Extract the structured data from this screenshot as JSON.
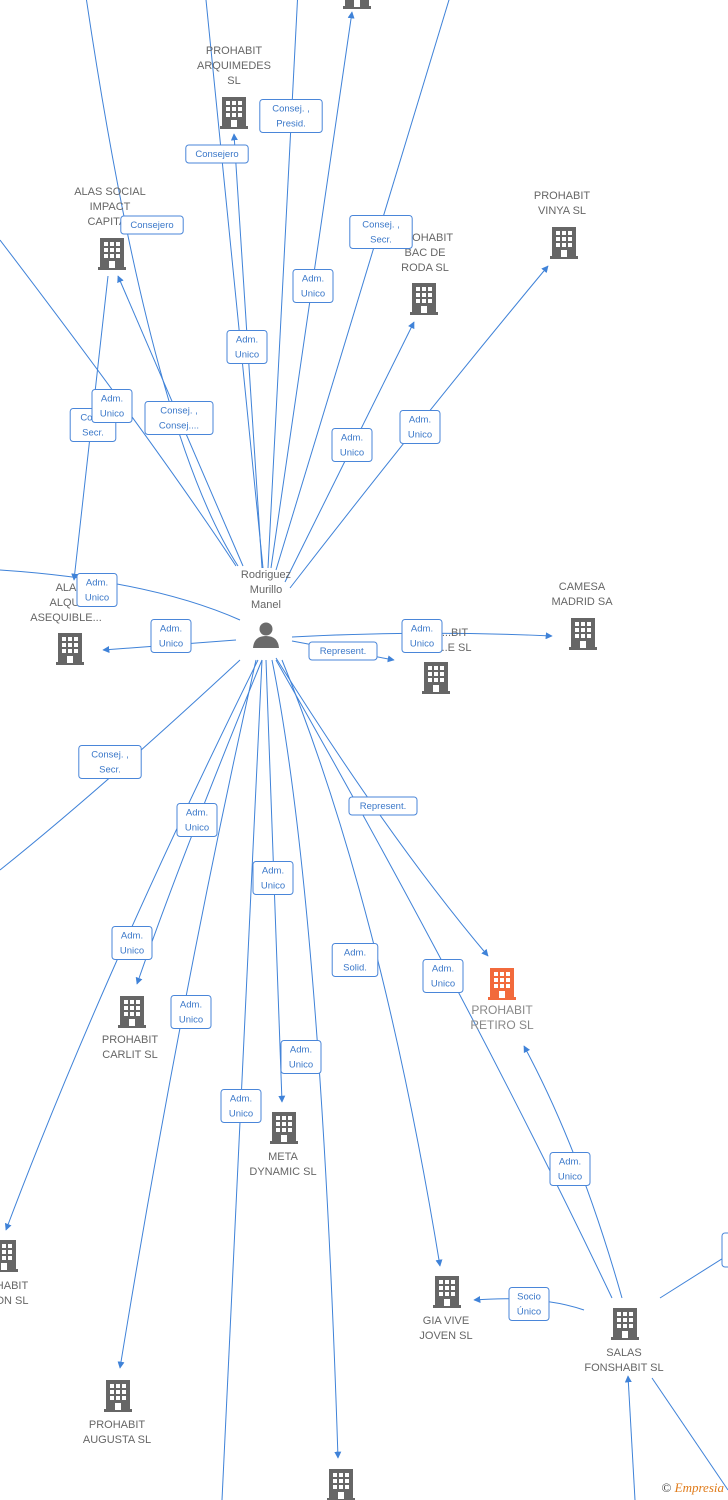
{
  "person": {
    "label": [
      "Rodriguez",
      "Murillo",
      "Manel"
    ]
  },
  "companies": [
    {
      "id": "top",
      "label": []
    },
    {
      "id": "arquimedes",
      "label": [
        "PROHABIT",
        "ARQUIMEDES",
        "SL"
      ]
    },
    {
      "id": "alas_social",
      "label": [
        "ALAS SOCIAL",
        "IMPACT",
        "CAPITAL"
      ]
    },
    {
      "id": "vinya",
      "label": [
        "PROHABIT",
        "VINYA  SL"
      ]
    },
    {
      "id": "bac_de_roda",
      "label": [
        "PROHABIT",
        "BAC DE",
        "RODA  SL"
      ]
    },
    {
      "id": "alas_alquiler",
      "label": [
        "ALA",
        "ALQUI",
        "ASEQUIBLE..."
      ]
    },
    {
      "id": "camesa",
      "label": [
        "CAMESA",
        "MADRID SA"
      ]
    },
    {
      "id": "mid_company",
      "label": [
        "...BIT",
        "...E  SL"
      ]
    },
    {
      "id": "retiro",
      "label": [
        "PROHABIT",
        "RETIRO  SL"
      ],
      "focus": true
    },
    {
      "id": "carlit",
      "label": [
        "PROHABIT",
        "CARLIT  SL"
      ]
    },
    {
      "id": "meta_dynamic",
      "label": [
        "META",
        "DYNAMIC SL"
      ]
    },
    {
      "id": "gia_vive",
      "label": [
        "GIA VIVE",
        "JOVEN  SL"
      ]
    },
    {
      "id": "salas_fonshabit",
      "label": [
        "SALAS",
        "FONSHABIT  SL"
      ]
    },
    {
      "id": "left_bottom",
      "label": [
        "HABIT",
        "ON  SL"
      ]
    },
    {
      "id": "augusta",
      "label": [
        "PROHABIT",
        "AUGUSTA  SL"
      ]
    },
    {
      "id": "bottom",
      "label": []
    }
  ],
  "edge_labels": [
    [
      "Consej. ,",
      "Presid."
    ],
    [
      "Consejero"
    ],
    [
      "Consejero"
    ],
    [
      "Consej. ,",
      "Secr."
    ],
    [
      "Adm.",
      "Unico"
    ],
    [
      "Adm.",
      "Unico"
    ],
    [
      "Adm.",
      "Unico"
    ],
    [
      "Con...",
      "Secr."
    ],
    [
      "Adm.",
      "Unico"
    ],
    [
      "Consej. ,",
      "Consej...."
    ],
    [
      "Adm.",
      "Unico"
    ],
    [
      "Adm.",
      "Unico"
    ],
    [
      "Adm.",
      "Unico"
    ],
    [
      "Represent."
    ],
    [
      "Adm.",
      "Unico"
    ],
    [
      "Consej. ,",
      "Secr."
    ],
    [
      "Represent."
    ],
    [
      "Adm.",
      "Unico"
    ],
    [
      "Adm.",
      "Unico"
    ],
    [
      "Adm.",
      "Unico"
    ],
    [
      "Adm.",
      "Unico"
    ],
    [
      "Adm.",
      "Unico"
    ],
    [
      "Adm.",
      "Solid."
    ],
    [
      "Adm.",
      "Unico"
    ],
    [
      "Adm.",
      "Unico"
    ],
    [
      "Adm.",
      "Unico"
    ],
    [
      "Socio",
      "Único"
    ],
    [
      "Socio",
      "Único"
    ]
  ],
  "footer": {
    "copyright": "©",
    "brand": "Empresia"
  },
  "colors": {
    "edge": "#3f82d8",
    "building": "#666666",
    "focus_building": "#f26a3c"
  }
}
